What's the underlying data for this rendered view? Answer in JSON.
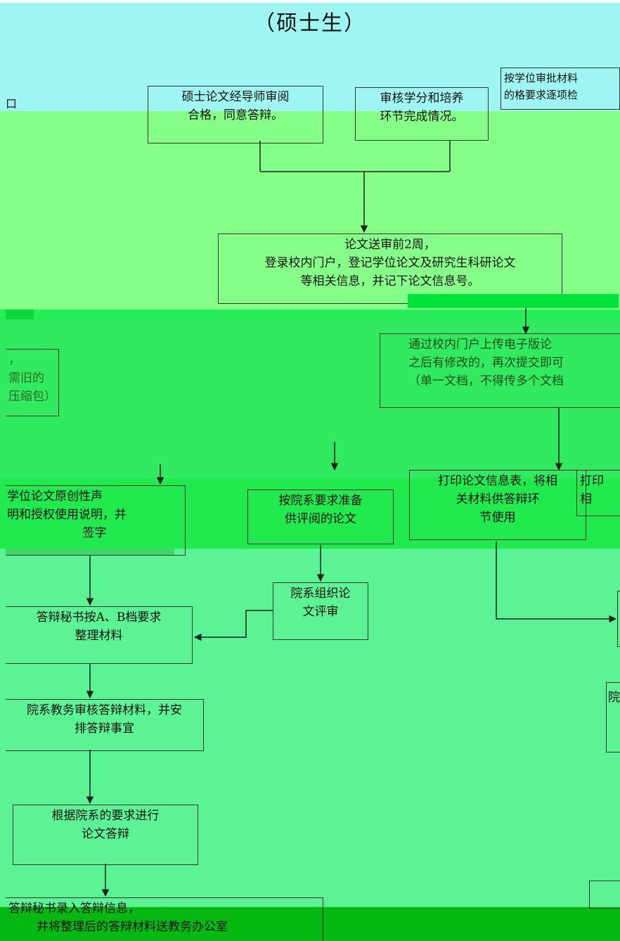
{
  "title": "（硕士生）",
  "boxes": {
    "advisor_review": [
      "硕士论文经导师审阅",
      "合格，同意答辩。"
    ],
    "credits_check": [
      "审核学分和培养",
      "环节完成情况。"
    ],
    "materials_req": [
      "按学位审批材料",
      "的格要求逐项检"
    ],
    "register": [
      "论文送审前2周，",
      "登录校内门户，登记学位论文及研究生科研论文",
      "等相关信息，并记下论文信息号。"
    ],
    "upload_note": [
      "通过校内门户上传电子版论",
      "之后有修改的，再次提交即可",
      "（单一文档，不得传多个文档"
    ],
    "left_fragment": [
      "，",
      "需旧的",
      "压缩包）"
    ],
    "originality": [
      "学位论文原创性声",
      "明和授权使用说明，并",
      "签字"
    ],
    "prepare_papers": [
      "按院系要求准备",
      "供评阅的论文"
    ],
    "print_info": [
      "打印论文信息表，将相",
      "关材料供答辩环",
      "节使用"
    ],
    "print_right": [
      "打印",
      "相"
    ],
    "dept_review": [
      "院系组织论",
      "文评审"
    ],
    "secretary_sort": [
      "答辩秘书按A、B档要求",
      "整理材料"
    ],
    "office_check": [
      "院系教务审核答辩材料，并安",
      "排答辩事宜"
    ],
    "defense": [
      "根据院系的要求进行",
      "论文答辩"
    ],
    "record": [
      "答辩秘书录入答辩信息，",
      "并将整理后的答辩材料送教务办公室"
    ],
    "right_fragment": [
      "院"
    ]
  },
  "left_edge_mark": "口"
}
